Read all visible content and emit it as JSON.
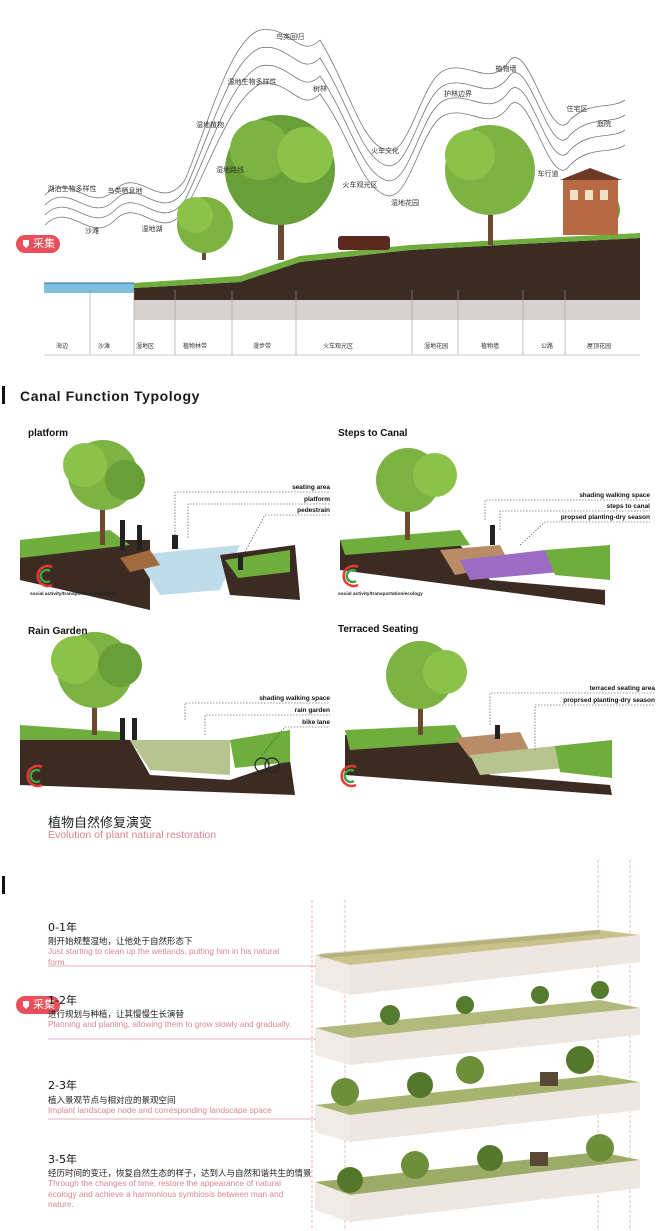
{
  "top_section": {
    "save_badge": "采集",
    "wave_labels": [
      "湖泊生物多样性",
      "沙滩",
      "鸟类栖息地",
      "湿地湖",
      "湿地植物",
      "湿地路线",
      "湿地生物多样性",
      "鸟类回归",
      "树林",
      "火车观光区",
      "火车文化",
      "湿地花园",
      "护林边界",
      "植物墙",
      "车行道",
      "住宅区",
      "庭院"
    ],
    "zone_labels": [
      "海边",
      "沙滩",
      "湿地区",
      "植物林带",
      "漫步带",
      "火车观光区",
      "湿地花园",
      "植物墙",
      "公路",
      "屋顶花园"
    ]
  },
  "typology": {
    "title": "Canal Function Typology",
    "panels": [
      {
        "title": "platform",
        "callouts": [
          "seating area",
          "platform",
          "pedestrain"
        ],
        "caption": "social activity/transportation/ecology"
      },
      {
        "title": "Steps to Canal",
        "callouts": [
          "shading walking space",
          "steps to canal",
          "propsed planting-dry season"
        ],
        "caption": "social activity/transportation/ecology"
      },
      {
        "title": "Rain Garden",
        "callouts": [
          "shading walking space",
          "rain garden",
          "bike lane"
        ],
        "caption": ""
      },
      {
        "title": "Terraced Seating",
        "callouts": [
          "terraced seating area",
          "proprsed planting-dry season"
        ],
        "caption": ""
      }
    ]
  },
  "evolution": {
    "title_cn": "植物自然修复演变",
    "title_en": "Evolution of plant natural restoration",
    "save_badge": "采集",
    "stages": [
      {
        "year": "0-1年",
        "cn": "刚开始规整湿地，让他处于自然形态下",
        "en": "Just starting to clean up the wetlands, putting him in his natural form."
      },
      {
        "year": "1-2年",
        "cn": "进行规划与种植，让其慢慢生长演替",
        "en": "Planning and planting, allowing them to grow slowly and gradually."
      },
      {
        "year": "2-3年",
        "cn": "植入景观节点与相对应的景观空间",
        "en": "Implant landscape node and corresponding landscape space"
      },
      {
        "year": "3-5年",
        "cn": "经历时间的变迁，恢复自然生态的样子，达到人与自然和谐共生的情景",
        "en": "Through the changes of time, restore the appearance of natural ecology and achieve a harmonious symbiosis between man and nature."
      }
    ]
  },
  "colors": {
    "accent_pink": "#d88793",
    "badge_red": "#e84f5b",
    "grass": "#6fae3c",
    "soil": "#3b2b22"
  }
}
